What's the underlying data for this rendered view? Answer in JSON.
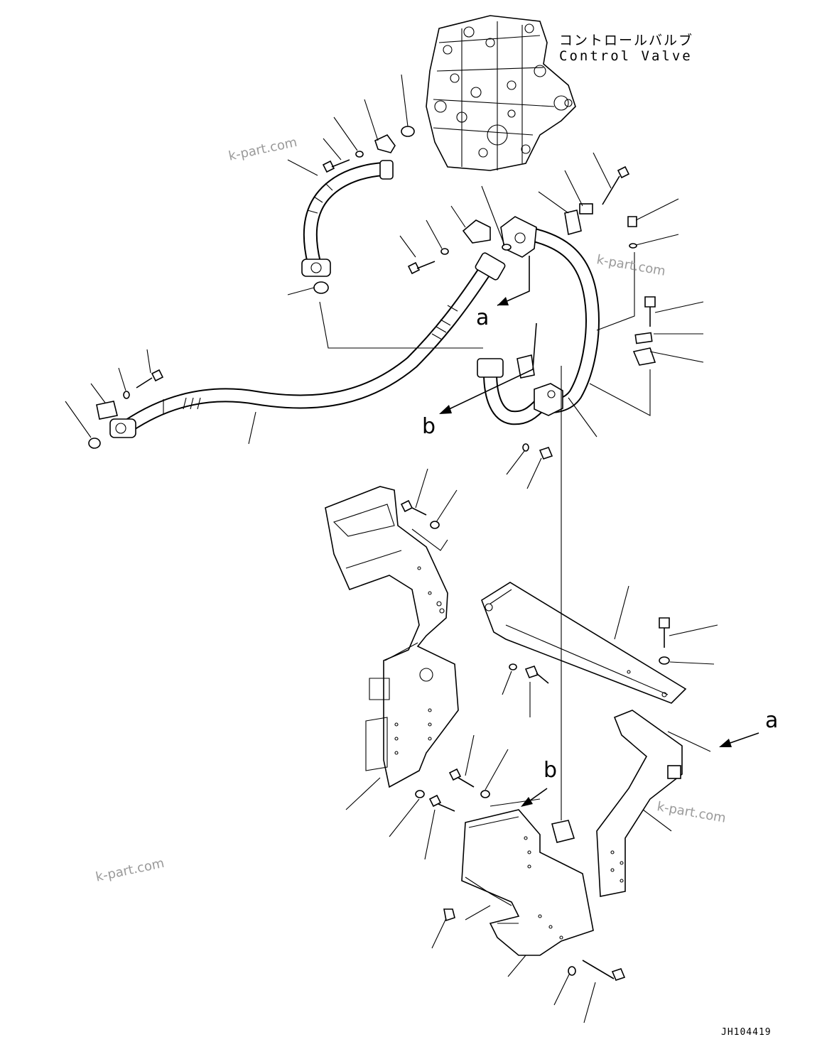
{
  "labels": {
    "control_valve_jp": "コントロールバルブ",
    "control_valve_en": "Control Valve",
    "view_a_top": "a",
    "view_b_top": "b",
    "view_a_right": "a",
    "view_b_lower": "b",
    "drawing_code": "JH104419"
  },
  "watermark": "k-part.com",
  "colors": {
    "line": "#000000",
    "background": "#ffffff",
    "watermark": "#9a9a9a"
  }
}
